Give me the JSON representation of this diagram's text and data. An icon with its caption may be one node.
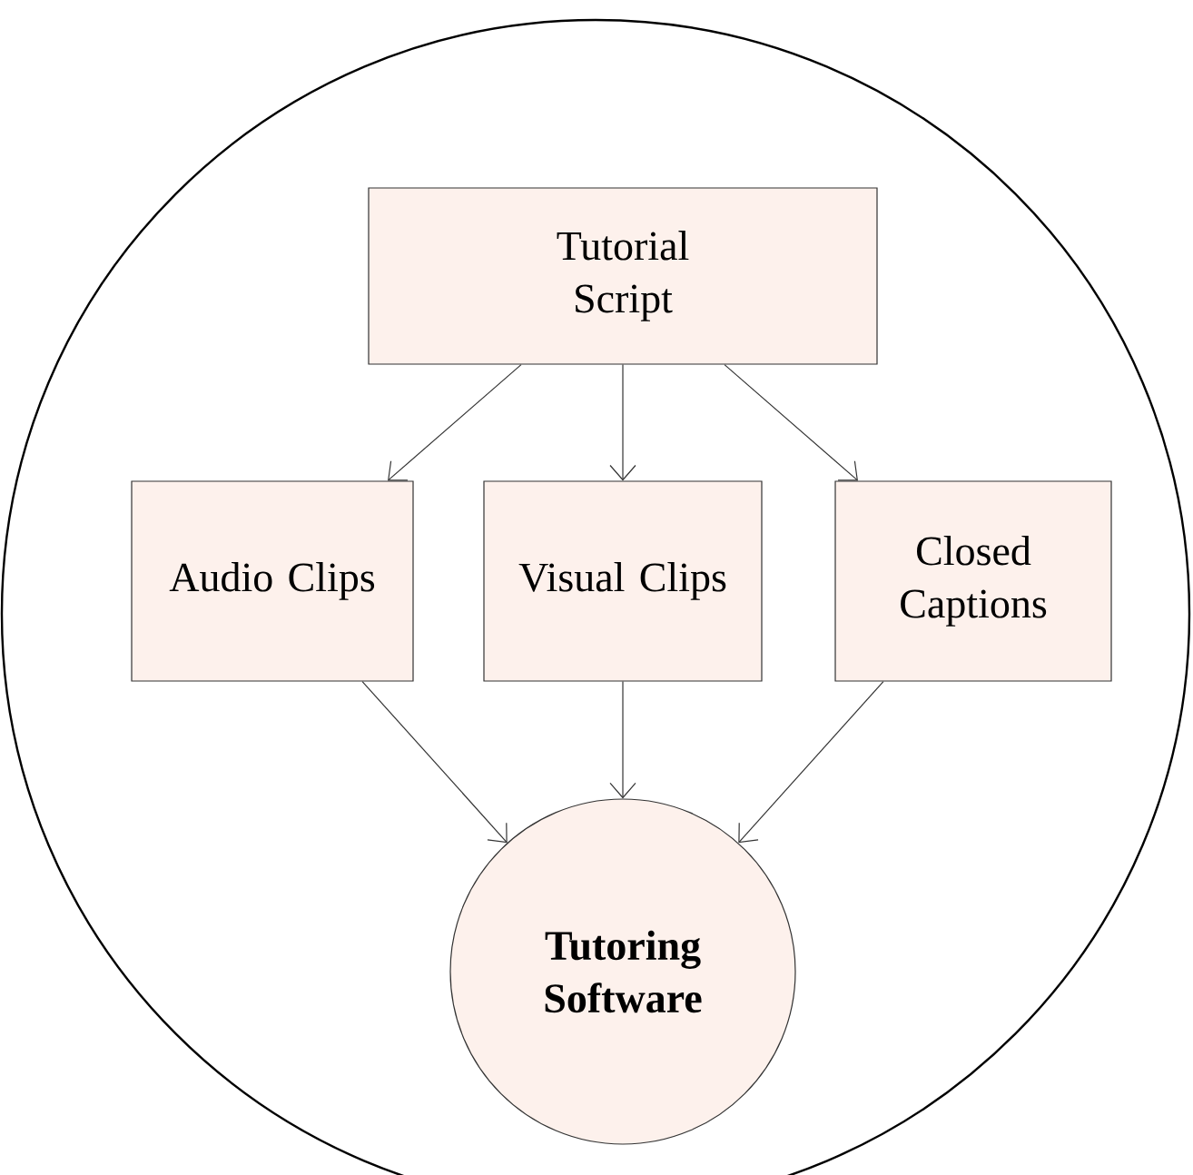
{
  "diagram": {
    "nodes": [
      {
        "text": [],
        "shape": "circle"
      },
      {
        "text": [
          "Tutorial Script"
        ],
        "in": 0
      },
      {
        "text": [
          "Audio Clips"
        ],
        "in": 0
      },
      {
        "text": [
          "Visual Clips"
        ],
        "in": 0
      },
      {
        "text": [
          "Closed Captions"
        ],
        "in": 0
      },
      {
        "text": [
          "Tutoring Software"
        ],
        "in": 0
      }
    ],
    "edges": [
      {
        "from": 1,
        "to": 2,
        "arrow": "to"
      },
      {
        "from": 1,
        "to": 3,
        "arrow": "to"
      },
      {
        "from": 1,
        "to": 4,
        "arrow": "to"
      },
      {
        "from": 2,
        "to": 5,
        "arrow": "to"
      },
      {
        "from": 3,
        "to": 5,
        "arrow": "to"
      },
      {
        "from": 4,
        "to": 5,
        "arrow": "to"
      }
    ]
  }
}
